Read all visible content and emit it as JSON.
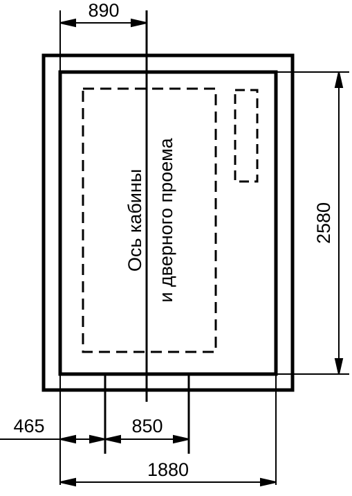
{
  "dimensions": {
    "axis_offset": "890",
    "total_height": "2580",
    "side_offset": "465",
    "door_width": "850",
    "total_width": "1880"
  },
  "labels": {
    "axis_line1": "Ось кабины",
    "axis_line2": "и дверного проема"
  },
  "colors": {
    "line": "#000000",
    "background": "#ffffff"
  }
}
